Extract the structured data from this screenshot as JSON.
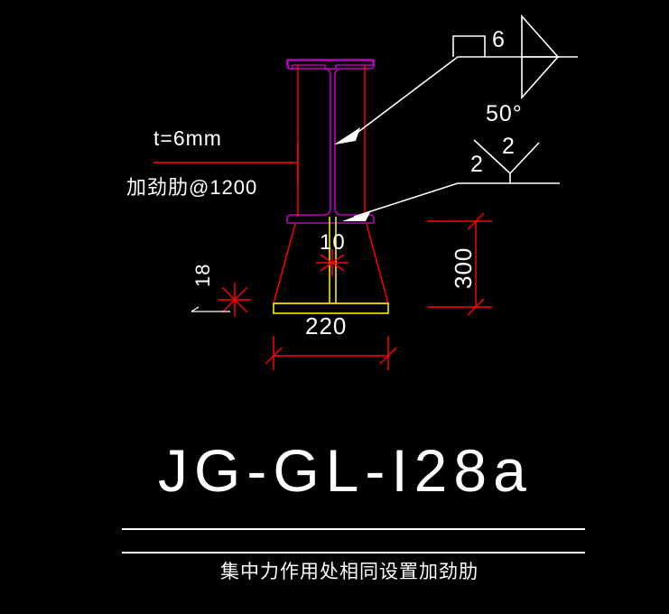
{
  "drawing": {
    "background_color": "#000000",
    "title": "JG-GL-I28a",
    "caption": "集中力作用处相同设置加劲肋",
    "colors": {
      "white": "#ffffff",
      "red": "#ff0000",
      "magenta": "#c000c0",
      "yellow": "#ffff00"
    }
  },
  "annotations": {
    "thickness_note": "t=6mm",
    "stiffener_note": "加劲肋@1200",
    "plate_thickness": "10",
    "bolt_mark": "18",
    "dim_width": "220",
    "dim_height": "300"
  },
  "weld_symbols": {
    "fillet": {
      "size": "6",
      "symbol_name": "fillet-weld-symbol",
      "field_flag_name": "field-weld-triangle"
    },
    "groove": {
      "angle": "50°",
      "root_gap": "2",
      "size": "2",
      "symbol_name": "v-groove-weld-symbol"
    }
  },
  "geometry_names": {
    "i_beam": "i-beam-section",
    "base_plate": "base-plate",
    "haunch": "tapered-haunch",
    "web": "beam-web",
    "top_flange": "top-flange",
    "bottom_flange": "bottom-flange",
    "stiffener": "stiffener-plate"
  }
}
